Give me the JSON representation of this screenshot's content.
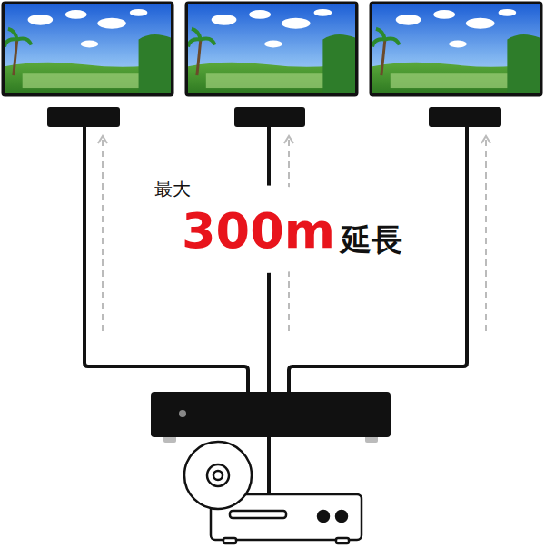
{
  "diagram": {
    "labels": [
      "最大",
      "300m",
      "延長"
    ]
  }
}
